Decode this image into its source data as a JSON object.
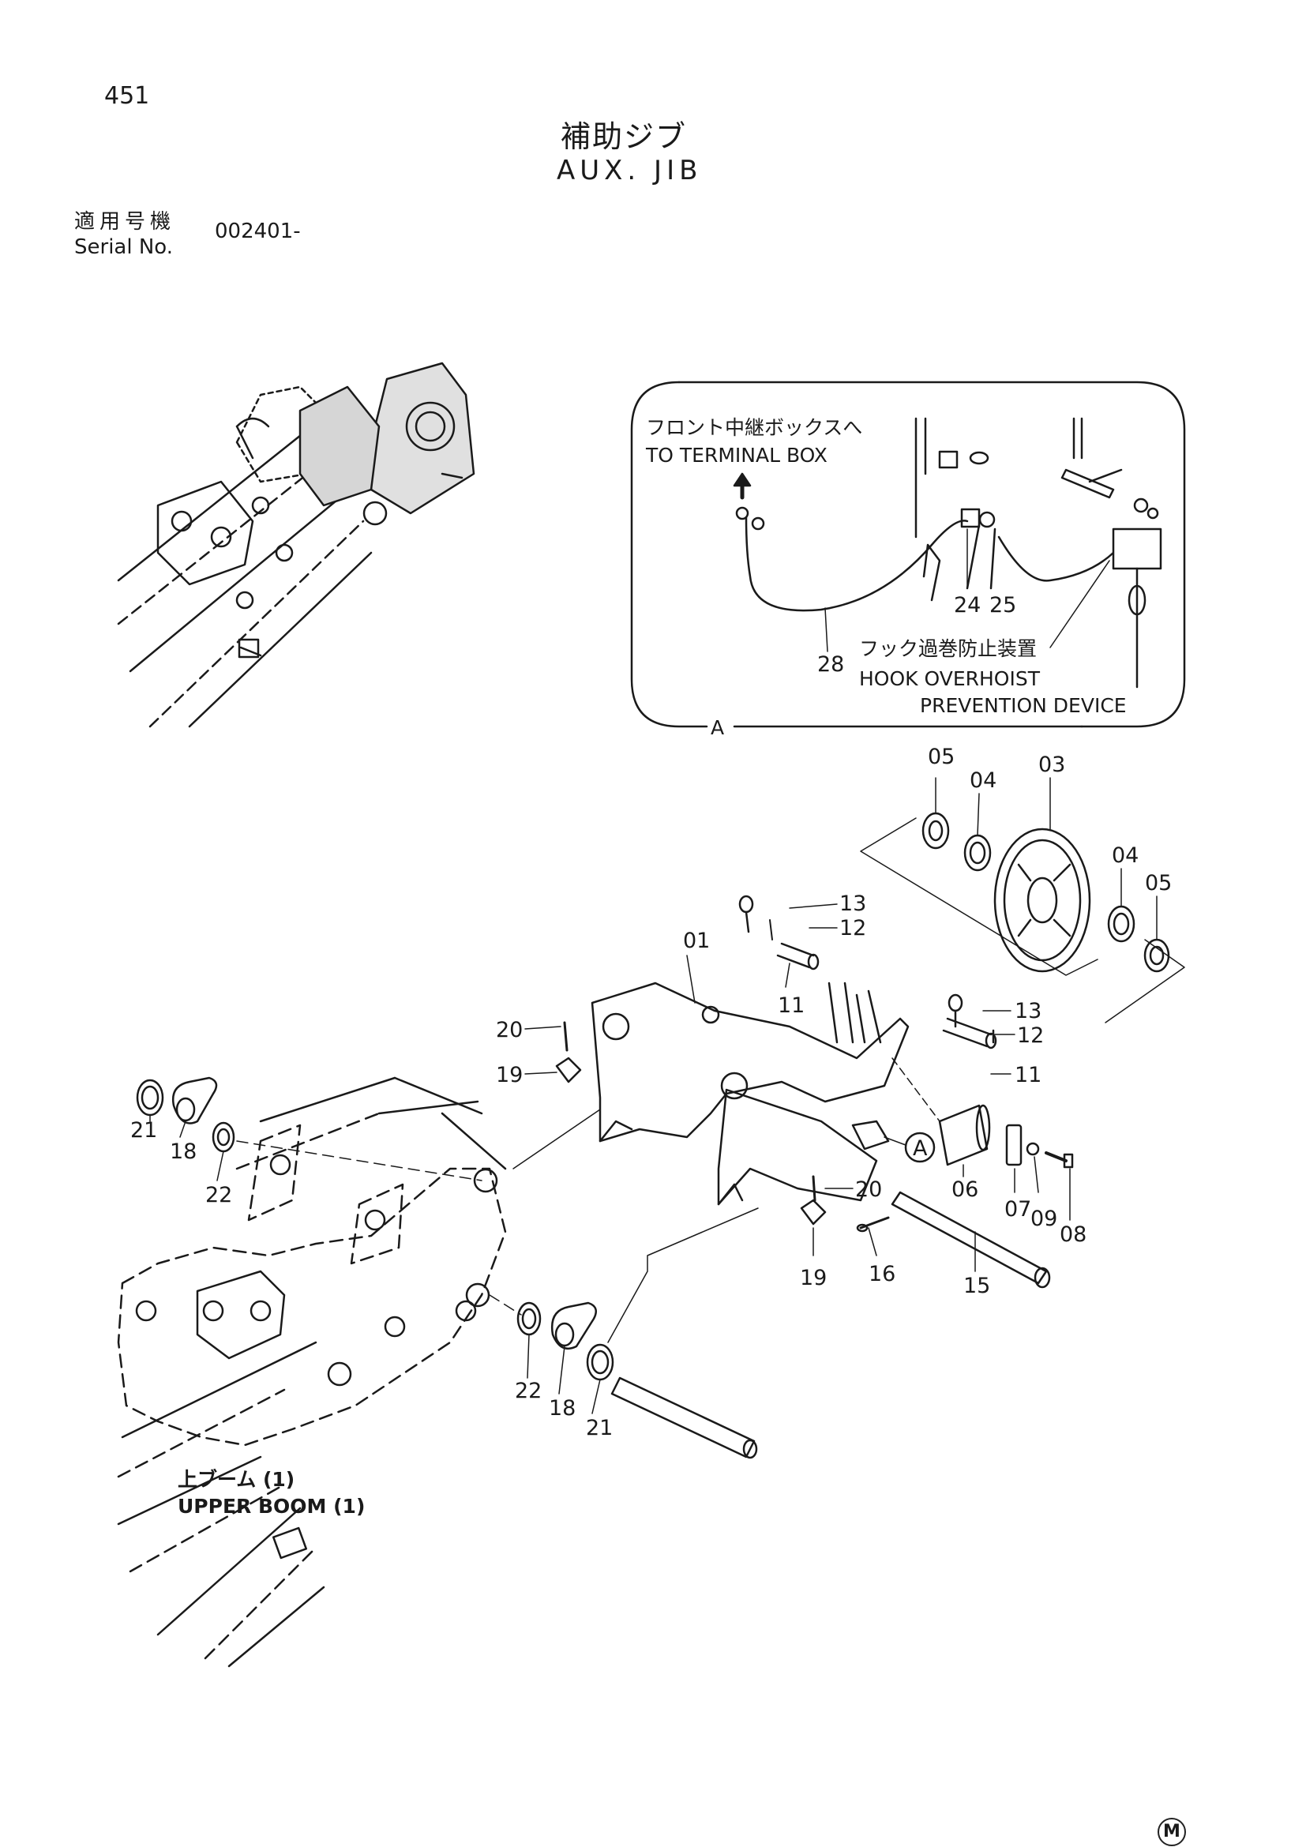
{
  "page_number": "451",
  "title": {
    "japanese": "補助ジブ",
    "english": "AUX. JIB"
  },
  "serial": {
    "label_jp": "適用号機",
    "label_en": "Serial No.",
    "value": "002401-"
  },
  "inset": {
    "to_terminal_jp": "フロント中継ボックスへ",
    "to_terminal_en": "TO TERMINAL BOX",
    "hook_jp": "フック過巻防止装置",
    "hook_en_1": "HOOK OVERHOIST",
    "hook_en_2": "PREVENTION DEVICE",
    "view_label": "A"
  },
  "upper_boom": {
    "jp": "上ブーム (1)",
    "en": "UPPER BOOM (1)"
  },
  "detail_marker": "A",
  "footer_mark": "M",
  "callouts": {
    "c01": "01",
    "c03": "03",
    "c04a": "04",
    "c04b": "04",
    "c05a": "05",
    "c05b": "05",
    "c06": "06",
    "c07": "07",
    "c08": "08",
    "c09": "09",
    "c11a": "11",
    "c11b": "11",
    "c12a": "12",
    "c12b": "12",
    "c13a": "13",
    "c13b": "13",
    "c15": "15",
    "c16": "16",
    "c18a": "18",
    "c18b": "18",
    "c19a": "19",
    "c19b": "19",
    "c20a": "20",
    "c20b": "20",
    "c21a": "21",
    "c21b": "21",
    "c22a": "22",
    "c22b": "22",
    "c24": "24",
    "c25": "25",
    "c28": "28"
  }
}
